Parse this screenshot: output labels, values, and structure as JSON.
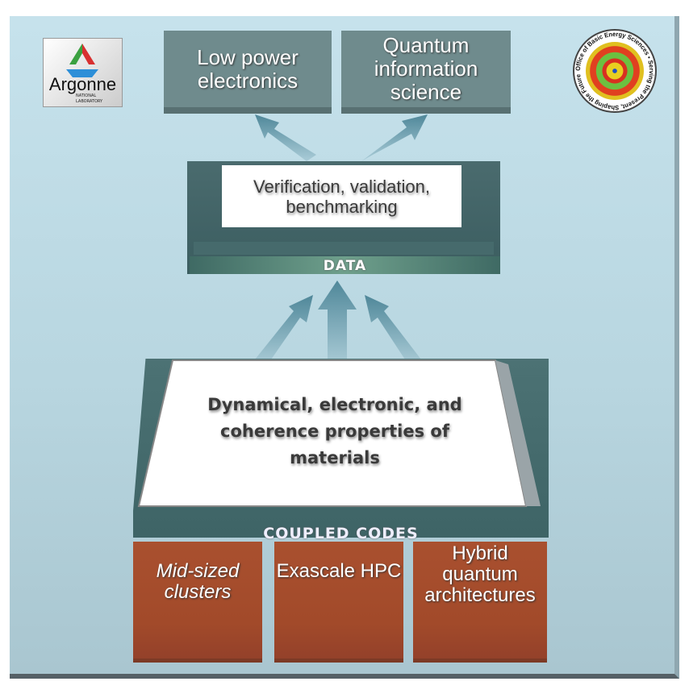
{
  "logos": {
    "argonne": {
      "name": "Argonne",
      "sub1": "NATIONAL",
      "sub2": "LABORATORY"
    },
    "seal": {
      "text": "Office of Basic Energy Sciences • Serving the Present, Shaping the Future"
    }
  },
  "outputs": [
    {
      "label": "Low power electronics"
    },
    {
      "label": "Quantum information science"
    }
  ],
  "verification": {
    "label": "Verification, validation, benchmarking",
    "strip": "DATA"
  },
  "materials": {
    "label": "Dynamical, electronic, and coherence properties of materials",
    "strip": "COUPLED CODES"
  },
  "compute": [
    {
      "label": "Mid-sized clusters"
    },
    {
      "label": "Exascale HPC"
    },
    {
      "label": "Hybrid quantum architectures"
    }
  ],
  "colors": {
    "background": "#bcd9e3",
    "output_box": "#6f8b8d",
    "platform": "#3f6466",
    "compute_box": "#a84c2c",
    "arrow": "#4f8799"
  }
}
